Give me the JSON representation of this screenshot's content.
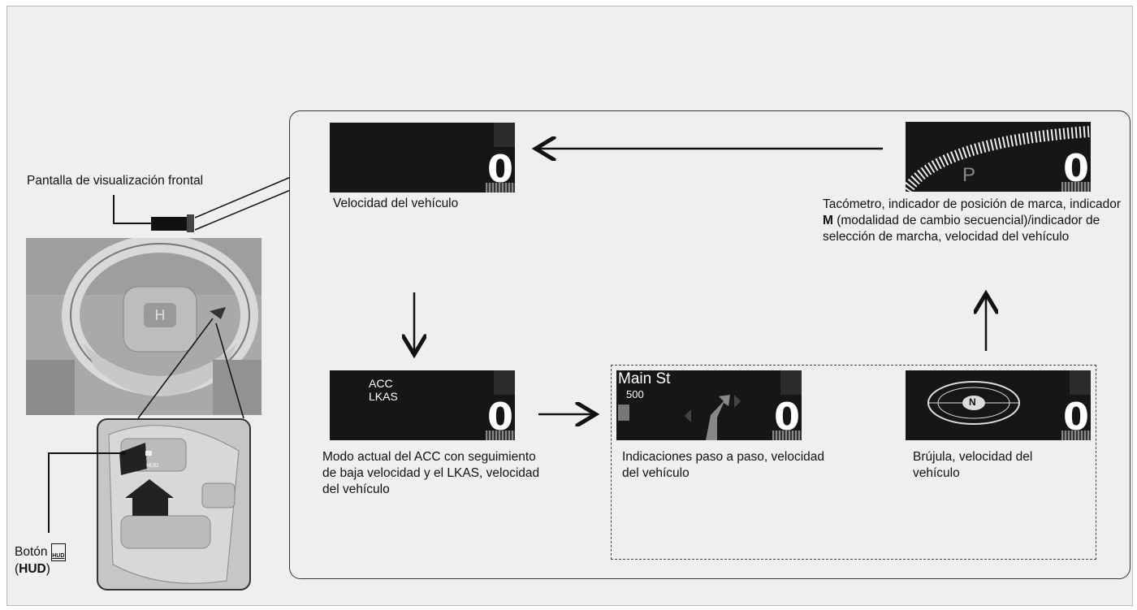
{
  "labels": {
    "hud_display": "Pantalla de visualización frontal",
    "button_prefix": "Botón",
    "button_name": "HUD",
    "button_icon_text": "HUD"
  },
  "screens": {
    "speed": {
      "value": "0",
      "caption": "Velocidad del vehículo"
    },
    "tach": {
      "value": "0",
      "gear": "P",
      "caption_1": "Tacómetro, indicador de posición de marca, indicador ",
      "caption_bold": "M",
      "caption_2": " (modalidad de cambio secuencial)/indicador de selección de marcha, velocidad del vehículo"
    },
    "acc": {
      "value": "0",
      "line1": "ACC",
      "line2": "LKAS",
      "caption": "Modo actual del ACC con seguimiento de baja velocidad y el LKAS, velocidad del vehículo"
    },
    "nav": {
      "value": "0",
      "street": "Main St",
      "distance": "500",
      "caption": "Indicaciones paso a paso, velocidad del vehículo"
    },
    "compass": {
      "value": "0",
      "heading": "N",
      "caption": "Brújula, velocidad del vehículo"
    }
  }
}
